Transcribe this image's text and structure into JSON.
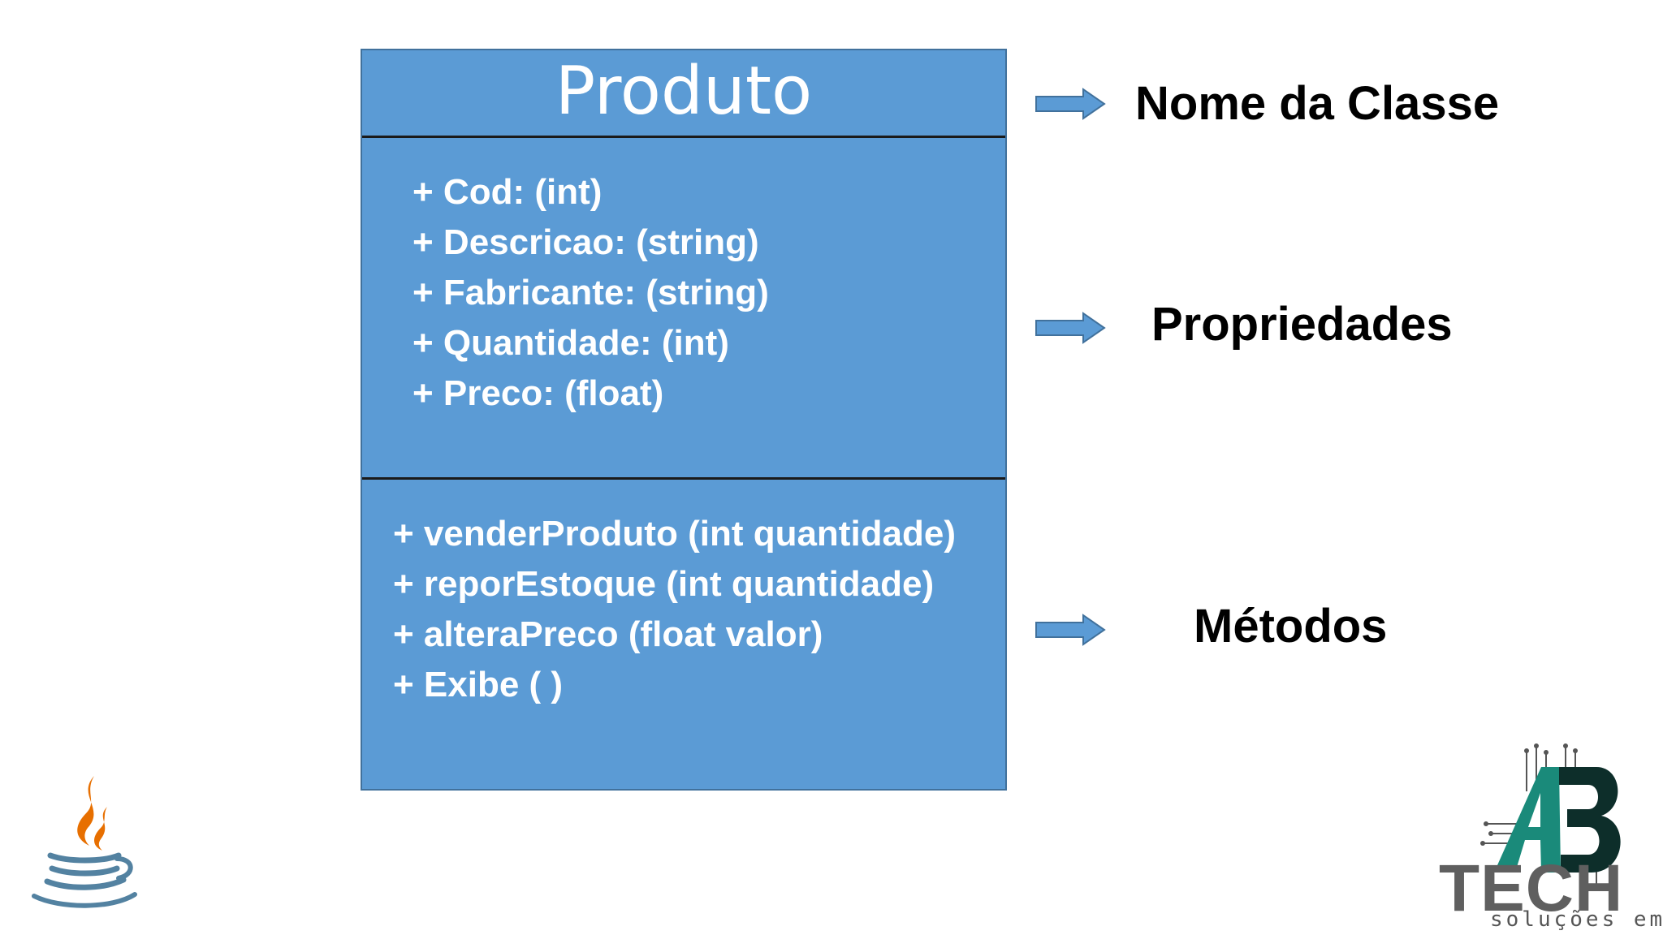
{
  "class_diagram": {
    "class_name": "Produto",
    "properties": [
      "+ Cod: (int)",
      "+ Descricao: (string)",
      "+ Fabricante: (string)",
      "+ Quantidade: (int)",
      "+ Preco: (float)"
    ],
    "methods": [
      "+ venderProduto (int quantidade)",
      "+ reporEstoque (int quantidade)",
      "+ alteraPreco (float valor)",
      "+ Exibe ( )"
    ]
  },
  "annotations": {
    "class_name_label": "Nome da Classe",
    "properties_label": "Propriedades",
    "methods_label": "Métodos"
  },
  "logos": {
    "java": "java-coffee-cup-logo",
    "brand_word": "TECH",
    "brand_tagline": "soluções em ti",
    "brand_mark": "AB"
  },
  "colors": {
    "box_fill": "#5b9bd5",
    "box_border": "#41719c",
    "divider": "#1a1a1a",
    "arrow_fill": "#5b9bd5",
    "java_orange": "#e76f00",
    "java_blue": "#5382a1",
    "brand_teal": "#1a8a7a",
    "brand_gray": "#5f5f5f"
  }
}
